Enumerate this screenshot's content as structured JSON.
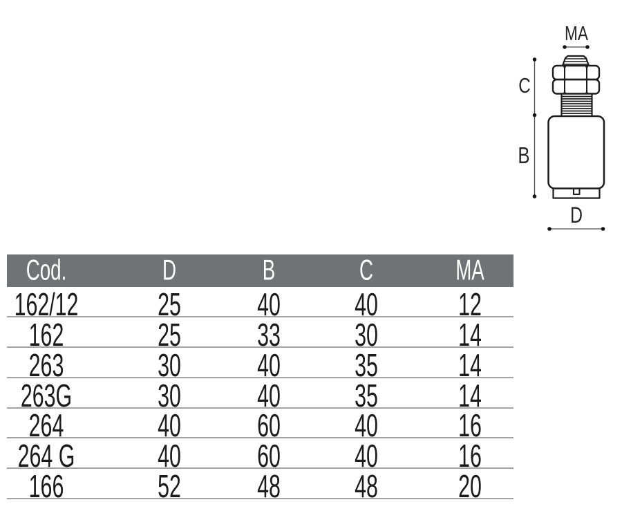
{
  "diagram": {
    "labels": {
      "ma": "MA",
      "c": "C",
      "b": "B",
      "d": "D"
    }
  },
  "table": {
    "headers": [
      "Cod.",
      "D",
      "B",
      "C",
      "MA"
    ],
    "rows": [
      [
        "162/12",
        "25",
        "40",
        "40",
        "12"
      ],
      [
        "162",
        "25",
        "33",
        "30",
        "14"
      ],
      [
        "263",
        "30",
        "40",
        "35",
        "14"
      ],
      [
        "263G",
        "30",
        "40",
        "35",
        "14"
      ],
      [
        "264",
        "40",
        "60",
        "40",
        "16"
      ],
      [
        "264 G",
        "40",
        "60",
        "40",
        "16"
      ],
      [
        "166",
        "52",
        "48",
        "48",
        "20"
      ]
    ]
  },
  "colors": {
    "header_bg": "#707275",
    "header_text": "#ffffff",
    "row_divider": "#a3a3a5",
    "cell_text": "#1b1b1b",
    "drawing_line": "#1c1c1c",
    "dimension_line": "#4d4d4d"
  }
}
